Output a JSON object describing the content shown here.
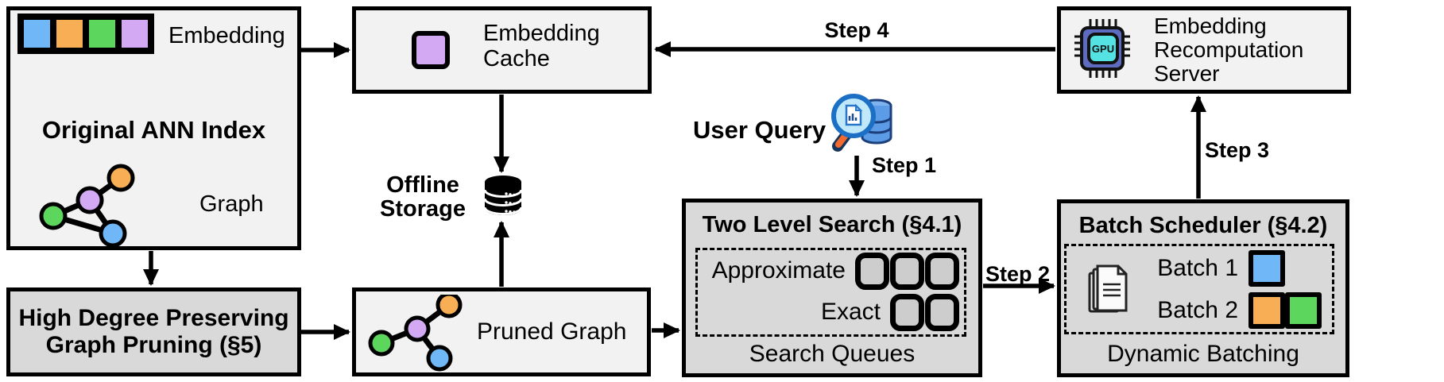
{
  "colors": {
    "panel_light": "#f2f2f2",
    "panel_dark": "#d9d9d9",
    "queue_slot_fill": "#cdcdcd",
    "blue": "#6FB7F7",
    "orange": "#F8AE55",
    "green": "#5CD65C",
    "purple": "#D2A9F2",
    "gpu_body": "#5D6CC0",
    "gpu_core": "#55E2E2",
    "handle_orange": "#F4692E",
    "db_blue": "#5C9CE6"
  },
  "ann_index": {
    "title": "Original ANN Index",
    "embedding_label": "Embedding",
    "graph_label": "Graph",
    "embedding_colors": [
      "#6FB7F7",
      "#F8AE55",
      "#5CD65C",
      "#D2A9F2"
    ]
  },
  "cache": {
    "lines": [
      "Embedding",
      "Cache"
    ],
    "square_color": "#D2A9F2"
  },
  "offline_storage": {
    "lines": [
      "Offline",
      "Storage"
    ]
  },
  "high_degree": {
    "lines": [
      "High Degree Preserving",
      "Graph Pruning (§5)"
    ]
  },
  "pruned_graph": {
    "label": "Pruned Graph"
  },
  "two_level_search": {
    "title": "Two Level Search (§4.1)",
    "queues": [
      {
        "label": "Approximate",
        "count": 3
      },
      {
        "label": "Exact",
        "count": 2
      }
    ],
    "footer": "Search Queues"
  },
  "batch_scheduler": {
    "title": "Batch Scheduler (§4.2)",
    "batches": [
      {
        "label": "Batch 1",
        "chips": [
          "#6FB7F7"
        ]
      },
      {
        "label": "Batch 2",
        "chips": [
          "#F8AE55",
          "#5CD65C"
        ]
      }
    ],
    "footer": "Dynamic Batching"
  },
  "server": {
    "lines": [
      "Embedding",
      "Recomputation",
      "Server"
    ],
    "gpu_text": "GPU"
  },
  "user_query": {
    "label": "User Query"
  },
  "steps": {
    "s1": "Step 1",
    "s2": "Step 2",
    "s3": "Step 3",
    "s4": "Step 4"
  }
}
